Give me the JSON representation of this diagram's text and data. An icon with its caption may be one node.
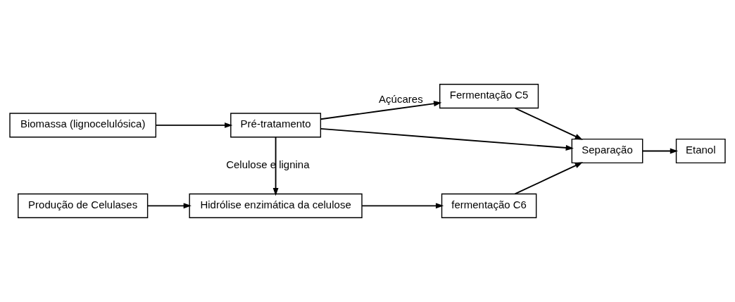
{
  "diagram": {
    "nodes": [
      {
        "text": [
          "Biomassa (lignocelulósica)"
        ]
      },
      {
        "text": [
          "Pré-tratamento"
        ]
      },
      {
        "text": [
          "Fermentação C5"
        ]
      },
      {
        "text": [
          "Separação"
        ]
      },
      {
        "text": [
          "Etanol"
        ]
      },
      {
        "text": [
          "Produção de Celulases"
        ]
      },
      {
        "text": [
          "Hidrólise enzimática da celulose"
        ]
      },
      {
        "text": [
          "fermentação C6"
        ]
      }
    ],
    "edges": [
      {
        "from": 0,
        "to": 1,
        "arrow": "to"
      },
      {
        "from": 1,
        "to": 2,
        "arrow": "to",
        "label": "Açúcares"
      },
      {
        "from": 2,
        "to": 3,
        "arrow": "to"
      },
      {
        "from": 1,
        "to": 3,
        "arrow": "to"
      },
      {
        "from": 3,
        "to": 4,
        "arrow": "to"
      },
      {
        "from": 1,
        "to": 6,
        "arrow": "to",
        "label": "Celulose e lignina"
      },
      {
        "from": 5,
        "to": 6,
        "arrow": "to"
      },
      {
        "from": 6,
        "to": 7,
        "arrow": "to"
      },
      {
        "from": 7,
        "to": 3,
        "arrow": "to"
      }
    ]
  }
}
